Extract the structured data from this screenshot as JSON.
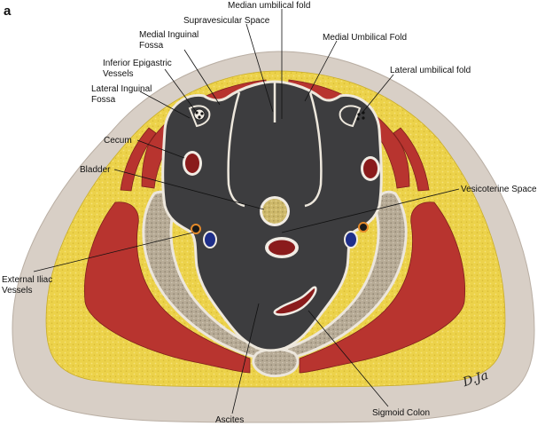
{
  "figure": {
    "panel_letter": "a",
    "signature": "D.Ja"
  },
  "labels": {
    "median_umbilical_fold": "Median umbilical fold",
    "supravesicular_space": "Supravesicular Space",
    "medial_inguinal_fossa_1": "Medial Inguinal",
    "medial_inguinal_fossa_2": "Fossa",
    "medial_umbilical_fold": "Medial Umbilical Fold",
    "inferior_epigastric_1": "Inferior Epigastric",
    "inferior_epigastric_2": "Vessels",
    "lateral_umbilical_fold": "Lateral umbilical fold",
    "lateral_inguinal_fossa_1": "Lateral Inguinal",
    "lateral_inguinal_fossa_2": "Fossa",
    "cecum": "Cecum",
    "bladder": "Bladder",
    "vesicoterine_space": "Vesicoterine Space",
    "external_iliac_1": "External Iliac",
    "external_iliac_2": "Vessels",
    "ascites": "Ascites",
    "sigmoid_colon": "Sigmoid Colon"
  },
  "colors": {
    "skin": "#d8cfc6",
    "fat": "#ecd24a",
    "muscle": "#b8342f",
    "fluid": "#3d3d3f",
    "bone": "#b5aca0",
    "bladder": "#cdb86a",
    "bowel_wall": "#f1ece4"
  }
}
